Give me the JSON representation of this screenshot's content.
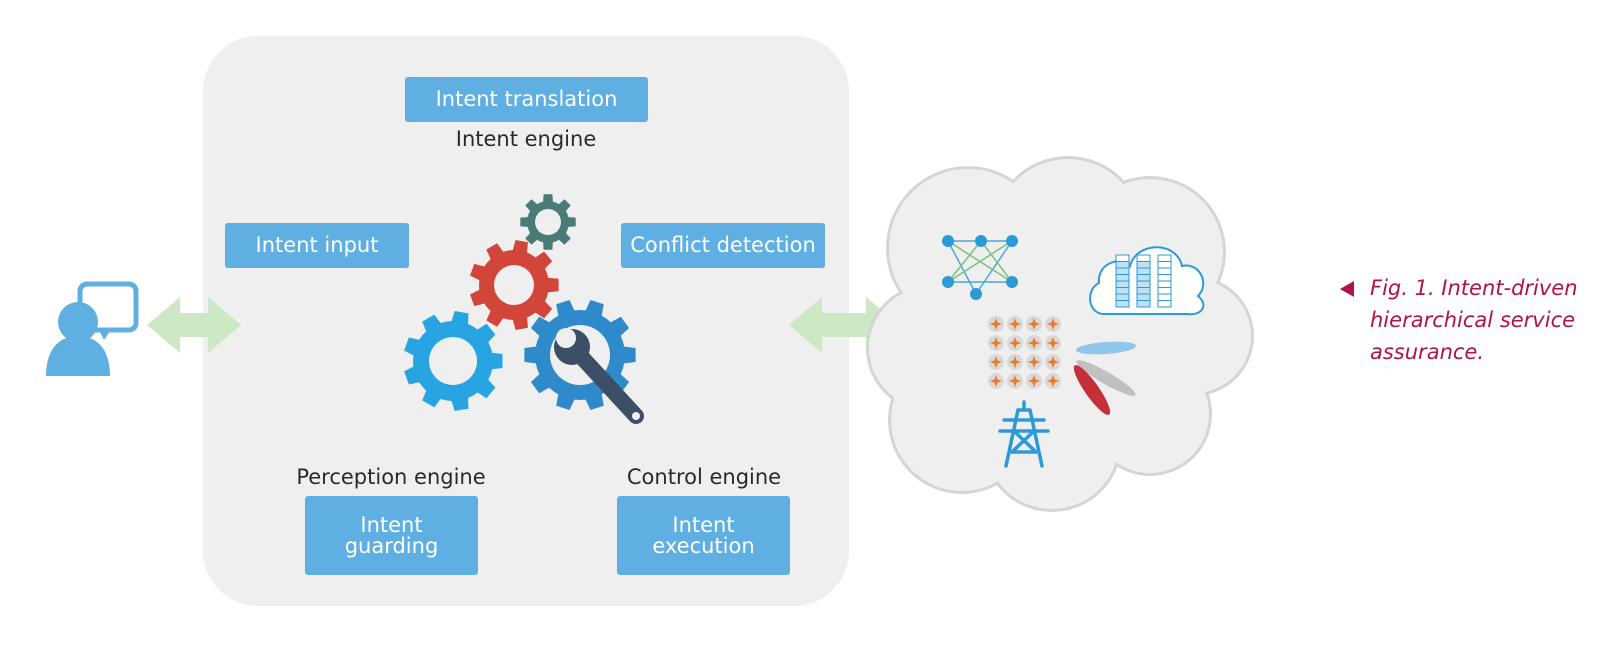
{
  "labels": {
    "intent_translation": "Intent translation",
    "intent_engine": "Intent engine",
    "intent_input": "Intent input",
    "conflict_detection": "Conflict detection",
    "perception_engine": "Perception engine",
    "control_engine": "Control engine",
    "intent_guarding_line1": "Intent",
    "intent_guarding_line2": "guarding",
    "intent_execution_line1": "Intent",
    "intent_execution_line2": "execution"
  },
  "caption": {
    "line1": "Fig. 1. Intent-driven",
    "line2": "hierarchical service",
    "line3": "assurance."
  },
  "icons": {
    "user": "user-chat-icon",
    "gears": "gears-icon",
    "network": "network-icon",
    "cloud_storage": "cloud-storage-icon",
    "grid": "node-grid-icon",
    "tower": "transmission-tower-icon",
    "beams": "antenna-beams-icon"
  },
  "colors": {
    "box_fill": "#5fafe3",
    "panel_fill": "#efefef",
    "arrow_fill": "#cde8c4",
    "caption_color": "#b0124a",
    "gear_red": "#d2463a",
    "gear_teal": "#4a7b76",
    "gear_light_blue": "#27a4e1",
    "gear_blue": "#2f8acb",
    "wrench": "#3c4f66"
  }
}
